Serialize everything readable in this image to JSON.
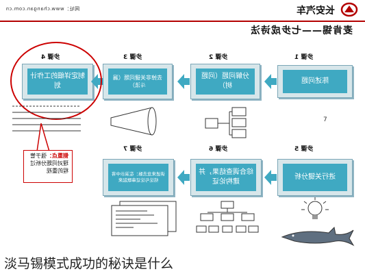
{
  "header": {
    "url": "网址：www.changan.com.cn",
    "brand": "长安汽车"
  },
  "title": "麦肯锡——七步成诗法",
  "steps": [
    {
      "label": "步骤 1",
      "text": "陈述问题"
    },
    {
      "label": "步骤 2",
      "text": "分解问题（问题树）"
    },
    {
      "label": "步骤 3",
      "text": "去掉非关键问题（漏斗法）"
    },
    {
      "label": "步骤 4",
      "text": "制定详细的工作计划"
    },
    {
      "label": "步骤 5",
      "text": "进行关键分析"
    },
    {
      "label": "步骤 6",
      "text": "综合调查结果，并建构论证"
    },
    {
      "label": "步骤 7",
      "text": "讲述来龙去脉：在演示中将结论与论证串联起来"
    }
  ],
  "note": {
    "highlight": "侧重点：",
    "text": "强于管理对问题分析过程的重视"
  },
  "page_number": "7",
  "caption": "淡马锡模式成功的秘诀是什么",
  "colors": {
    "box_fill": "#3fa9c2",
    "box_bg": "#d7e6ea",
    "circle": "#cc0000",
    "header_rule": "#b30000"
  }
}
